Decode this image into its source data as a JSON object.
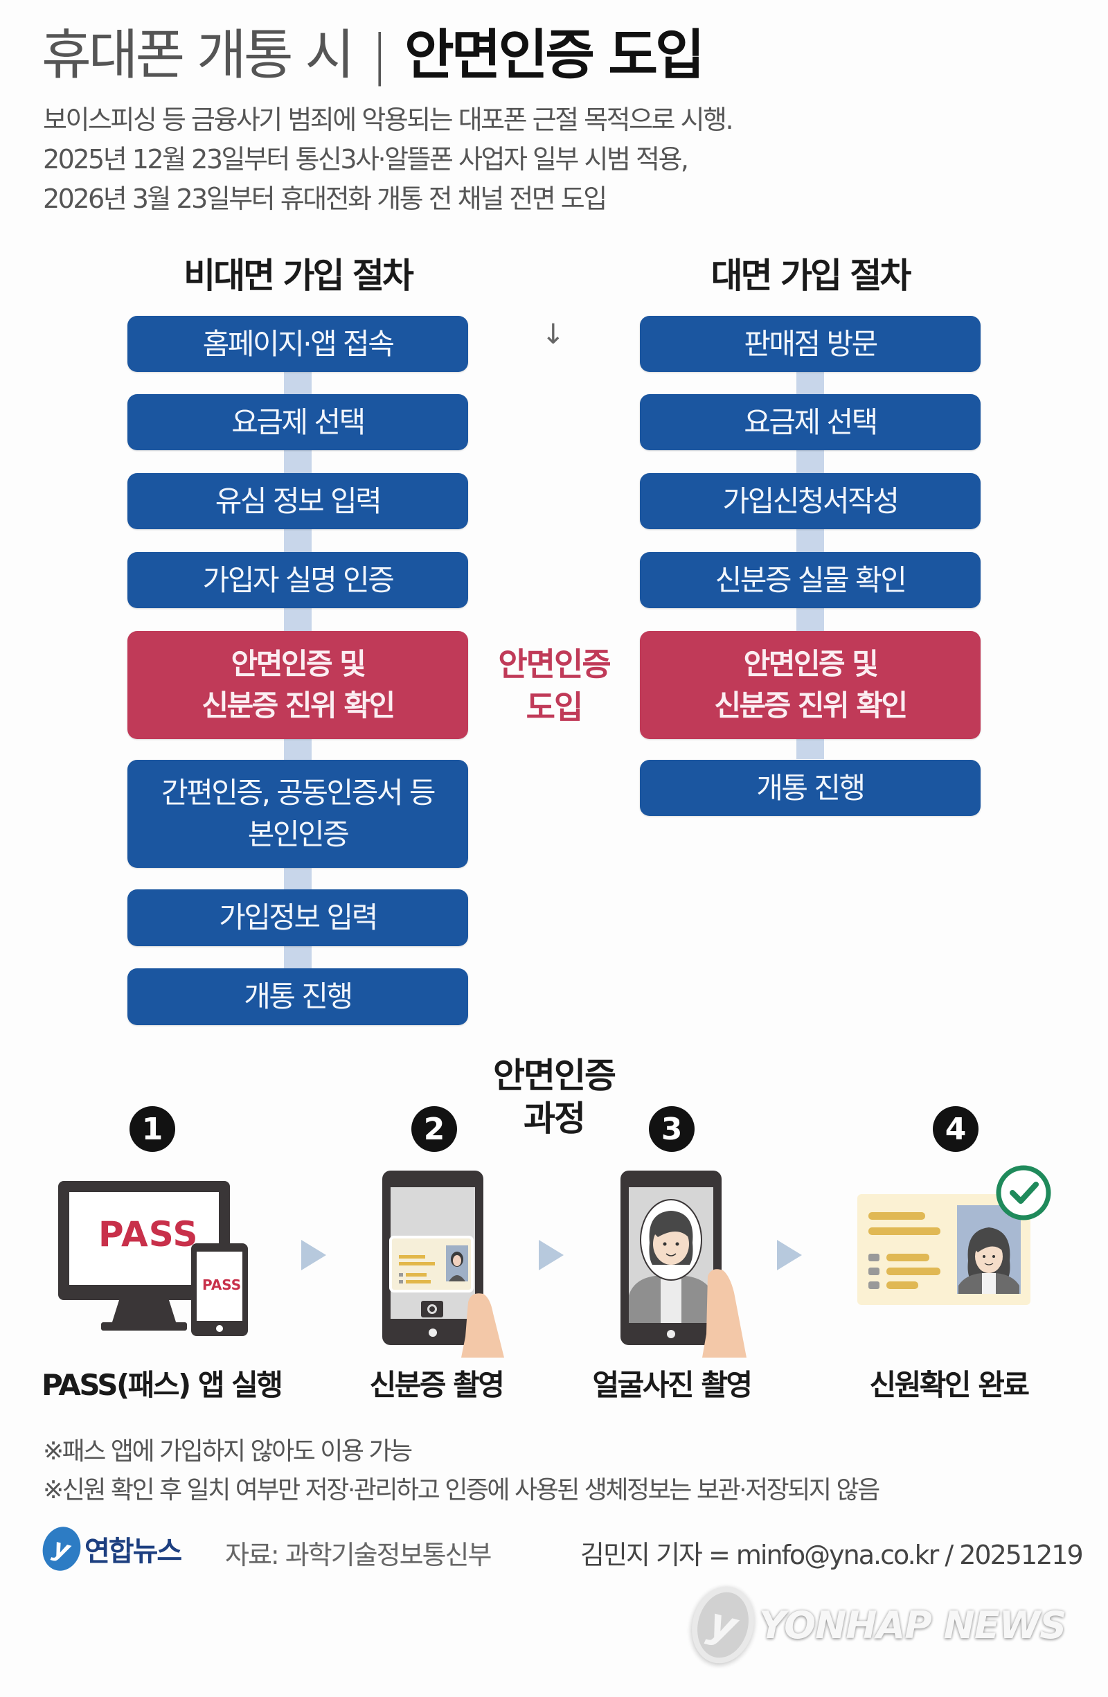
{
  "header": {
    "title_light": "휴대폰 개통 시",
    "title_separator": "|",
    "title_bold": "안면인증 도입",
    "subtitle_lines": [
      "보이스피싱 등 금융사기 범죄에 악용되는 대포폰 근절 목적으로 시행.",
      "2025년 12월 23일부터 통신3사·알뜰폰 사업자 일부 시범 적용,",
      "2026년 3월 23일부터 휴대전화 개통 전 채널 전면 도입"
    ]
  },
  "flow": {
    "left": {
      "heading": "비대면 가입 절차",
      "steps": [
        {
          "lines": [
            "홈페이지·앱 접속"
          ],
          "type": "blue"
        },
        {
          "lines": [
            "요금제 선택"
          ],
          "type": "blue"
        },
        {
          "lines": [
            "유심 정보 입력"
          ],
          "type": "blue"
        },
        {
          "lines": [
            "가입자 실명 인증"
          ],
          "type": "blue"
        },
        {
          "lines": [
            "안면인증 및",
            "신분증 진위 확인"
          ],
          "type": "red"
        },
        {
          "lines": [
            "간편인증, 공동인증서 등",
            "본인인증"
          ],
          "type": "blue"
        },
        {
          "lines": [
            "가입정보 입력"
          ],
          "type": "blue"
        },
        {
          "lines": [
            "개통 진행"
          ],
          "type": "blue"
        }
      ]
    },
    "right": {
      "heading": "대면 가입 절차",
      "steps": [
        {
          "lines": [
            "판매점 방문"
          ],
          "type": "blue"
        },
        {
          "lines": [
            "요금제 선택"
          ],
          "type": "blue"
        },
        {
          "lines": [
            "가입신청서작성"
          ],
          "type": "blue"
        },
        {
          "lines": [
            "신분증 실물 확인"
          ],
          "type": "blue"
        },
        {
          "lines": [
            "안면인증 및",
            "신분증 진위 확인"
          ],
          "type": "red"
        },
        {
          "lines": [
            "개통 진행"
          ],
          "type": "blue"
        }
      ]
    },
    "center_arrow": "↓",
    "center_label_lines": [
      "안면인증",
      "도입"
    ]
  },
  "process": {
    "label_lines": [
      "안면인증",
      "과정"
    ],
    "steps": [
      {
        "number": "1",
        "label": "PASS(패스) 앱 실행",
        "icon": "monitor-phone-pass-icon",
        "icon_text_large": "PASS",
        "icon_text_small": "PASS"
      },
      {
        "number": "2",
        "label": "신분증 촬영",
        "icon": "phone-id-card-camera-icon"
      },
      {
        "number": "3",
        "label": "얼굴사진 촬영",
        "icon": "phone-face-capture-icon"
      },
      {
        "number": "4",
        "label": "신원확인 완료",
        "icon": "id-card-verified-check-icon"
      }
    ]
  },
  "notes": [
    "※패스 앱에 가입하지 않아도 이용 가능",
    "※신원 확인 후 일치 여부만 저장·관리하고 인증에 사용된 생체정보는 보관·저장되지 않음"
  ],
  "footer": {
    "logo_name": "연합뉴스",
    "logo_mark": "y",
    "source": "자료: 과학기술정보통신부",
    "credit": "김민지 기자 = minfo@yna.co.kr / 20251219"
  },
  "watermark": {
    "text": "YONHAP NEWS",
    "mark": "y"
  },
  "colors": {
    "box_blue": "#1b56a0",
    "box_red": "#c03a58",
    "connector": "#c8d6ea",
    "accent_red_text": "#c03a58",
    "check_green": "#1f8a5b",
    "pass_red": "#c8304a",
    "arrow_light_blue": "#b7c9dd"
  }
}
